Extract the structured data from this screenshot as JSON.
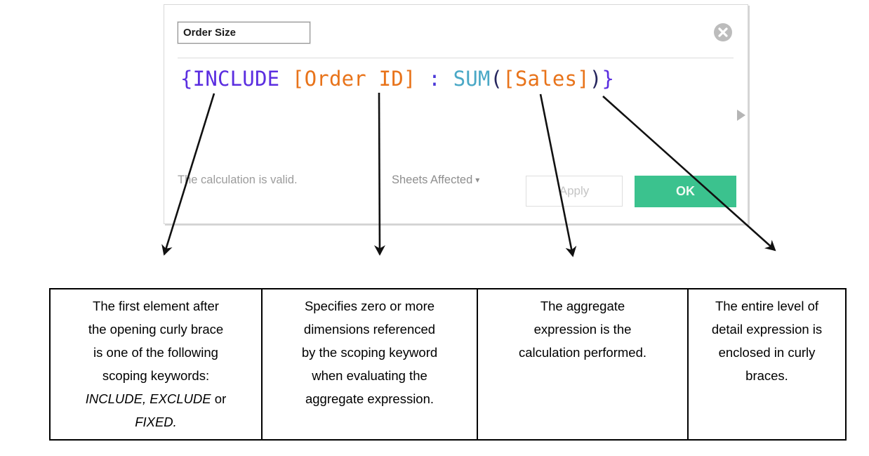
{
  "dialog": {
    "name_field": {
      "value": "Order Size"
    },
    "close_icon": "circle-x",
    "expand_icon": "triangle-right",
    "formula": {
      "tokens": [
        {
          "text": "{",
          "color": "purple"
        },
        {
          "text": "INCLUDE",
          "color": "purple"
        },
        {
          "text": " ",
          "color": "plain"
        },
        {
          "text": "[Order ID]",
          "color": "orange"
        },
        {
          "text": " : ",
          "color": "indigo"
        },
        {
          "text": "SUM",
          "color": "teal"
        },
        {
          "text": "(",
          "color": "ink"
        },
        {
          "text": "[Sales]",
          "color": "orange"
        },
        {
          "text": ")",
          "color": "ink"
        },
        {
          "text": "}",
          "color": "purple"
        }
      ]
    },
    "status_text": "The calculation is valid.",
    "sheets_affected_label": "Sheets Affected",
    "sheets_affected_caret": "▾",
    "apply_label": "Apply",
    "ok_label": "OK"
  },
  "colors": {
    "keyword_purple": "#5b2ee0",
    "colon_indigo": "#4a38d8",
    "field_orange": "#e8731a",
    "function_teal": "#4aa8c6",
    "paren_ink": "#26265e",
    "ok_green": "#3bc28e",
    "status_grey": "#9c9c9c",
    "arrow_black": "#111111",
    "table_border": "#000000"
  },
  "annotation_table": {
    "columns": [
      {
        "segments": [
          {
            "text": "The first element after\nthe opening curly brace\nis one of the following\nscoping keywords:\n",
            "style": "normal"
          },
          {
            "text": "INCLUDE, EXCLUDE",
            "style": "italic"
          },
          {
            "text": " or\n",
            "style": "normal"
          },
          {
            "text": "FIXED.",
            "style": "italic"
          }
        ]
      },
      {
        "segments": [
          {
            "text": "Specifies zero or more\ndimensions referenced\nby the scoping keyword\nwhen evaluating the\naggregate expression.",
            "style": "normal"
          }
        ]
      },
      {
        "segments": [
          {
            "text": "The aggregate\nexpression is the\ncalculation performed.",
            "style": "normal"
          }
        ]
      },
      {
        "segments": [
          {
            "text": "The entire level of\ndetail expression is\nenclosed in curly\nbraces.",
            "style": "normal"
          }
        ]
      }
    ]
  }
}
